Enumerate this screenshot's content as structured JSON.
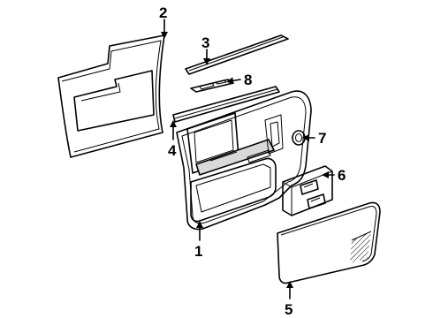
{
  "diagram": {
    "callouts": [
      {
        "id": "1",
        "text": "1",
        "part": "door-trim-panel"
      },
      {
        "id": "2",
        "text": "2",
        "part": "water-deflector-sheet"
      },
      {
        "id": "3",
        "text": "3",
        "part": "belt-molding"
      },
      {
        "id": "4",
        "text": "4",
        "part": "belt-weatherstrip"
      },
      {
        "id": "5",
        "text": "5",
        "part": "speaker-grille"
      },
      {
        "id": "6",
        "text": "6",
        "part": "switch-bezel"
      },
      {
        "id": "7",
        "text": "7",
        "part": "lock-knob-escutcheon"
      },
      {
        "id": "8",
        "text": "8",
        "part": "upper-trim-insert"
      }
    ],
    "colors": {
      "line": "#000000",
      "background": "#ffffff",
      "shade": "#d9d9d9"
    }
  }
}
